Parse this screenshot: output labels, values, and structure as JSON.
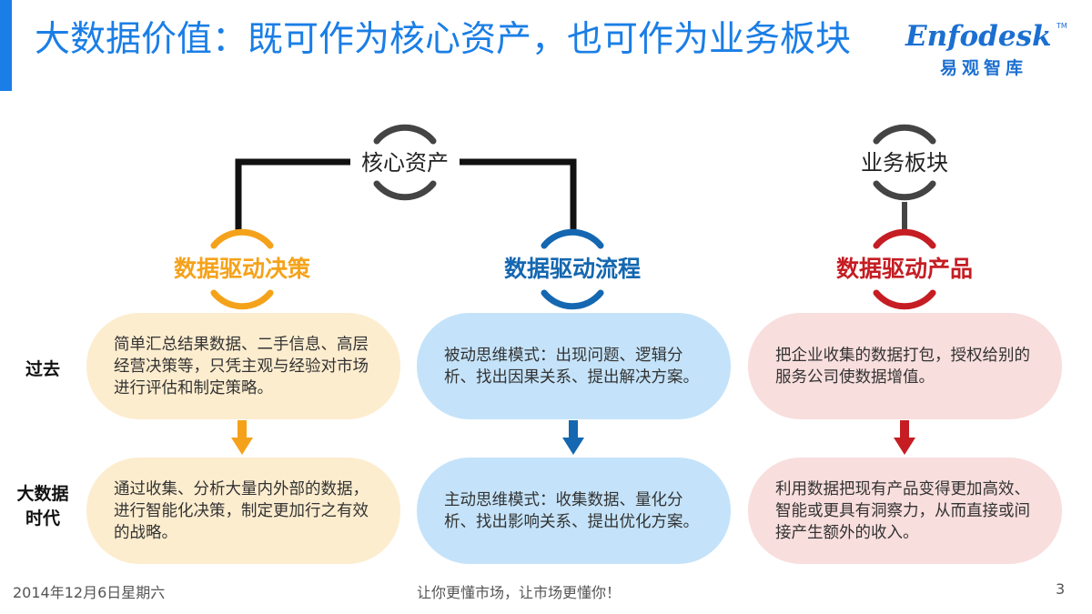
{
  "slide": {
    "title": "大数据价值：既可作为核心资产，也可作为业务板块",
    "logo": {
      "wordmark": "Enfodesk",
      "trademark": "TM",
      "chinese": "易观智库"
    },
    "connectors": {
      "core_asset": "核心资产",
      "business_block": "业务板块"
    },
    "categories": [
      {
        "label": "数据驱动决策",
        "color": "#f5a21b"
      },
      {
        "label": "数据驱动流程",
        "color": "#1467b0"
      },
      {
        "label": "数据驱动产品",
        "color": "#c51d23"
      }
    ],
    "row_labels": {
      "past": "过去",
      "big_data_era_line1": "大数据",
      "big_data_era_line2": "时代"
    },
    "cells": {
      "past": [
        "简单汇总结果数据、二手信息、高层经营决策等，只凭主观与经验对市场进行评估和制定策略。",
        "被动思维模式：出现问题、逻辑分析、找出因果关系、提出解决方案。",
        "把企业收集的数据打包，授权给别的服务公司使数据增值。"
      ],
      "big_data": [
        "通过收集、分析大量内外部的数据，进行智能化决策，制定更加行之有效的战略。",
        "主动思维模式：收集数据、量化分析、找出影响关系、提出优化方案。",
        "利用数据把现有产品变得更加高效、智能或更具有洞察力，从而直接或间接产生额外的收入。"
      ]
    },
    "colors": {
      "accent": "#1a7ee6",
      "pill_orange": "#fdedcf",
      "pill_blue": "#c4e3fa",
      "pill_red": "#f8dedd",
      "arrow_orange": "#f5a21b",
      "arrow_blue": "#1467b0",
      "arrow_red": "#c51d23",
      "ring_gray": "#444444",
      "connector": "#111111"
    },
    "footer": {
      "date": "2014年12月6日星期六",
      "slogan": "让你更懂市场，让市场更懂你！",
      "page_number": "3"
    }
  }
}
